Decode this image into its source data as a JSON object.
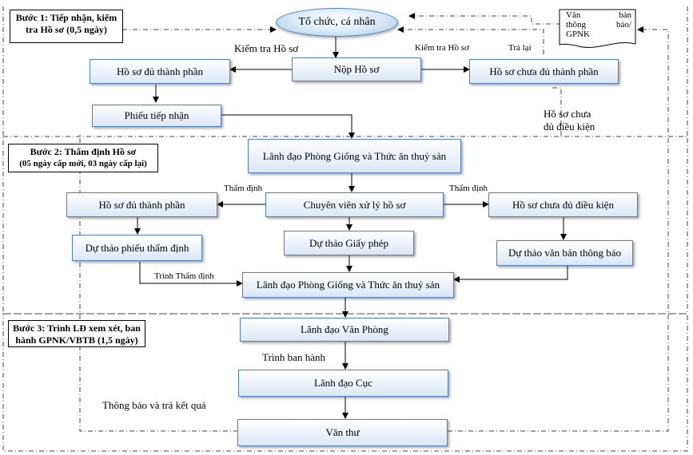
{
  "steps": {
    "step1": "Bước 1: Tiếp nhận, kiểm tra Hồ sơ (0,5 ngày)",
    "step2_title": "Bước 2: Thẩm định Hồ sơ",
    "step2_sub": "(05 ngày cấp mới, 03 ngày cấp lại)",
    "step3": "Bước 3: Trình LĐ xem xét, ban hành GPNK/VBTB (1,5 ngày)"
  },
  "nodes": {
    "to_chuc": "Tổ chức, cá nhân",
    "nop_ho_so": "Nộp Hồ sơ",
    "ho_so_du_1": "Hồ sơ đủ thành phần",
    "ho_so_chua_du_tp": "Hồ sơ chưa đủ thành phần",
    "phieu_tiep_nhan": "Phiếu tiếp nhận",
    "lanh_dao_phong_1": "Lãnh đạo Phòng Giống và Thức ăn thuỷ sản",
    "chuyen_vien": "Chuyên viên xử lý hồ sơ",
    "ho_so_du_2": "Hồ sơ đủ thành phần",
    "ho_so_chua_du_dk": "Hồ sơ chưa đủ điều kiện",
    "du_thao_giay_phep": "Dự thảo Giấy phép",
    "du_thao_phieu": "Dự thảo phiếu thẩm định",
    "du_thao_van_ban": "Dự thảo văn bản thông báo",
    "lanh_dao_phong_2": "Lãnh đạo Phòng Giống và Thức ăn thuỷ sản",
    "lanh_dao_van_phong": "Lãnh đạo Văn Phòng",
    "lanh_dao_cuc": "Lãnh đạo Cục",
    "van_thu": "Văn thư"
  },
  "document": {
    "line1_left": "Văn",
    "line1_right": "bản",
    "line2_left": "thông",
    "line2_right": "báo/",
    "line3": "GPNK"
  },
  "labels": {
    "kiem_tra_left": "Kiểm tra Hồ sơ",
    "kiem_tra_right": "Kiểm tra Hồ sơ",
    "tra_lai": "Trả lại",
    "ho_so_chua_du_dk_line1": "Hồ sơ chưa",
    "ho_so_chua_du_dk_line2": "đủ điều kiện",
    "tham_dinh_left": "Thẩm định",
    "tham_dinh_right": "Thẩm định",
    "trinh_tham_dinh": "Trình Thẩm định",
    "trinh_ban_hanh": "Trình ban hành",
    "thong_bao": "Thông báo và trả kết quả"
  }
}
